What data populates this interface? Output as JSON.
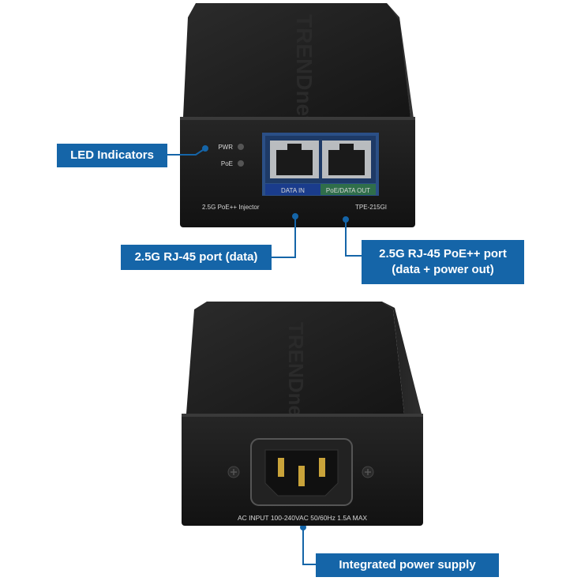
{
  "callouts": {
    "led": "LED Indicators",
    "data_port": "2.5G RJ-45 port (data)",
    "poe_port_line1": "2.5G RJ-45 PoE++ port",
    "poe_port_line2": "(data + power out)",
    "power": "Integrated power supply"
  },
  "device_top": {
    "brand": "TRENDnet",
    "pwr_label": "PWR",
    "poe_label": "PoE",
    "data_in_label": "DATA IN",
    "poe_out_label": "PoE/DATA OUT",
    "product_name": "2.5G PoE++ Injector",
    "model": "TPE-215GI"
  },
  "device_bottom": {
    "brand": "TRENDnet",
    "ac_label": "AC INPUT  100-240VAC  50/60Hz  1.5A MAX"
  },
  "colors": {
    "callout_bg": "#1565a8",
    "data_in_tag": "#1a3c8c",
    "poe_out_tag": "#2f6e4a",
    "device_body": "#1b1b1b"
  }
}
